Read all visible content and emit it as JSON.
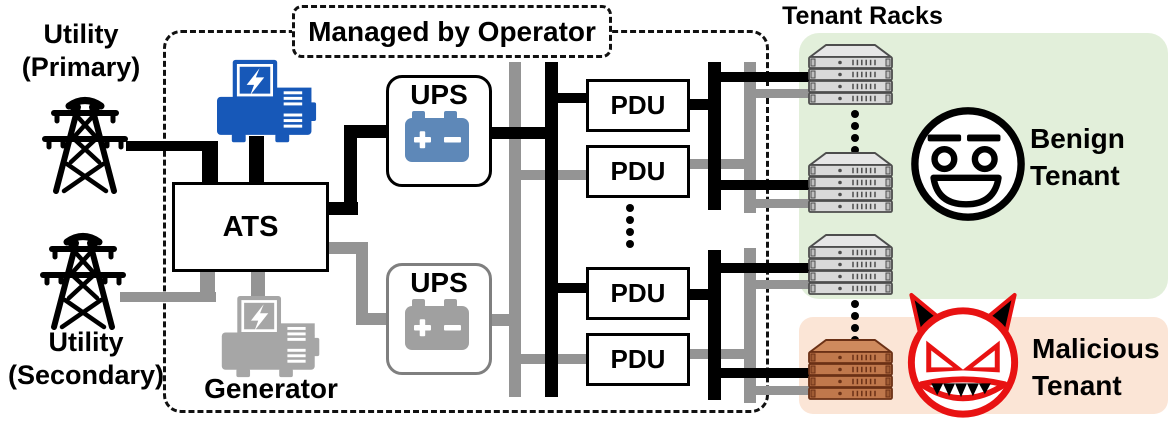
{
  "power_sources": {
    "utility_primary": {
      "label_line1": "Utility",
      "label_line2": "(Primary)"
    },
    "utility_secondary": {
      "label_line1": "Utility",
      "label_line2": "(Secondary)"
    },
    "generator_caption": "Generator"
  },
  "operator_zone": {
    "caption": "Managed by Operator",
    "ats": {
      "label": "ATS"
    },
    "ups_a": {
      "label": "UPS"
    },
    "ups_b": {
      "label": "UPS"
    },
    "pdus": [
      {
        "label": "PDU"
      },
      {
        "label": "PDU"
      },
      {
        "label": "PDU"
      },
      {
        "label": "PDU"
      }
    ]
  },
  "tenant_zone": {
    "caption": "Tenant Racks",
    "benign": {
      "label_line1": "Benign",
      "label_line2": "Tenant"
    },
    "malicious": {
      "label_line1": "Malicious",
      "label_line2": "Tenant"
    }
  },
  "icons": {
    "transmission_tower": "utility power pylon",
    "generator_blue": "diesel generator with lightning panel",
    "generator_gray": "standby generator (inactive)",
    "battery": "UPS battery with + − terminals",
    "server_rack": "stacked rack servers",
    "smiley_face": "benign tenant smiley",
    "devil_face": "malicious tenant devil",
    "ellipsis": "continuation dots"
  },
  "colors": {
    "feed_a_black": "#000000",
    "feed_b_gray": "#949494",
    "generator_blue": "#1758b8",
    "battery_blue": "#5e88b8",
    "inactive_gray": "#a6a6a6",
    "benign_bg_green": "#e2efda",
    "malicious_bg_orange": "#fbe5d6",
    "malicious_red": "#e81212",
    "malicious_rack_orange": "#c0784c"
  }
}
